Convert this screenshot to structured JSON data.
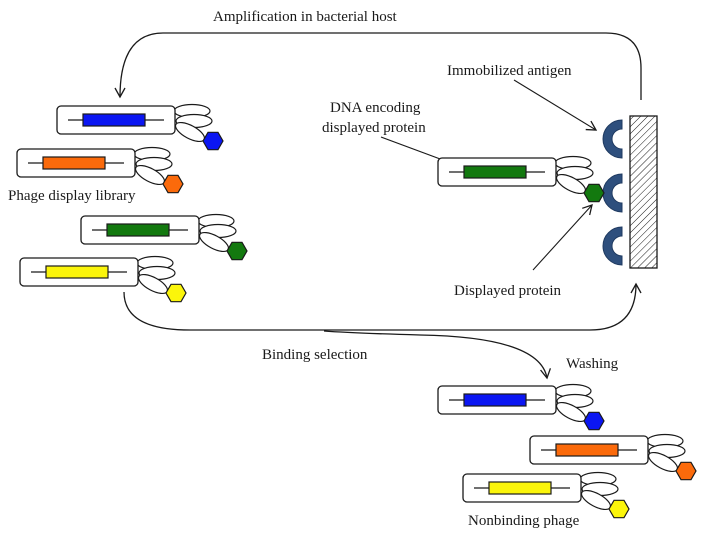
{
  "labels": {
    "amplification": "Amplification in bacterial host",
    "immobilized_antigen": "Immobilized antigen",
    "dna_encoding_line1": "DNA encoding",
    "dna_encoding_line2": "displayed protein",
    "phage_display_library": "Phage display library",
    "displayed_protein": "Displayed protein",
    "binding_selection": "Binding selection",
    "washing": "Washing",
    "nonbinding_phage": "Nonbinding phage"
  },
  "colors": {
    "blue": "#0b16f2",
    "orange": "#fb6a0b",
    "green": "#13790f",
    "yellow": "#fbf50b",
    "antigen": "#2e4f7d",
    "outline": "#1a1a1a"
  },
  "phages": [
    {
      "group": "library",
      "gene_color": "blue",
      "protein_color": "blue"
    },
    {
      "group": "library",
      "gene_color": "orange",
      "protein_color": "orange"
    },
    {
      "group": "library",
      "gene_color": "green",
      "protein_color": "green"
    },
    {
      "group": "library",
      "gene_color": "yellow",
      "protein_color": "yellow"
    },
    {
      "group": "binding",
      "gene_color": "green",
      "protein_color": "green"
    },
    {
      "group": "nonbinding",
      "gene_color": "blue",
      "protein_color": "blue"
    },
    {
      "group": "nonbinding",
      "gene_color": "orange",
      "protein_color": "orange"
    },
    {
      "group": "nonbinding",
      "gene_color": "yellow",
      "protein_color": "yellow"
    }
  ],
  "antigens": [
    {
      "name": "antigen-1"
    },
    {
      "name": "antigen-2"
    },
    {
      "name": "antigen-3"
    }
  ]
}
